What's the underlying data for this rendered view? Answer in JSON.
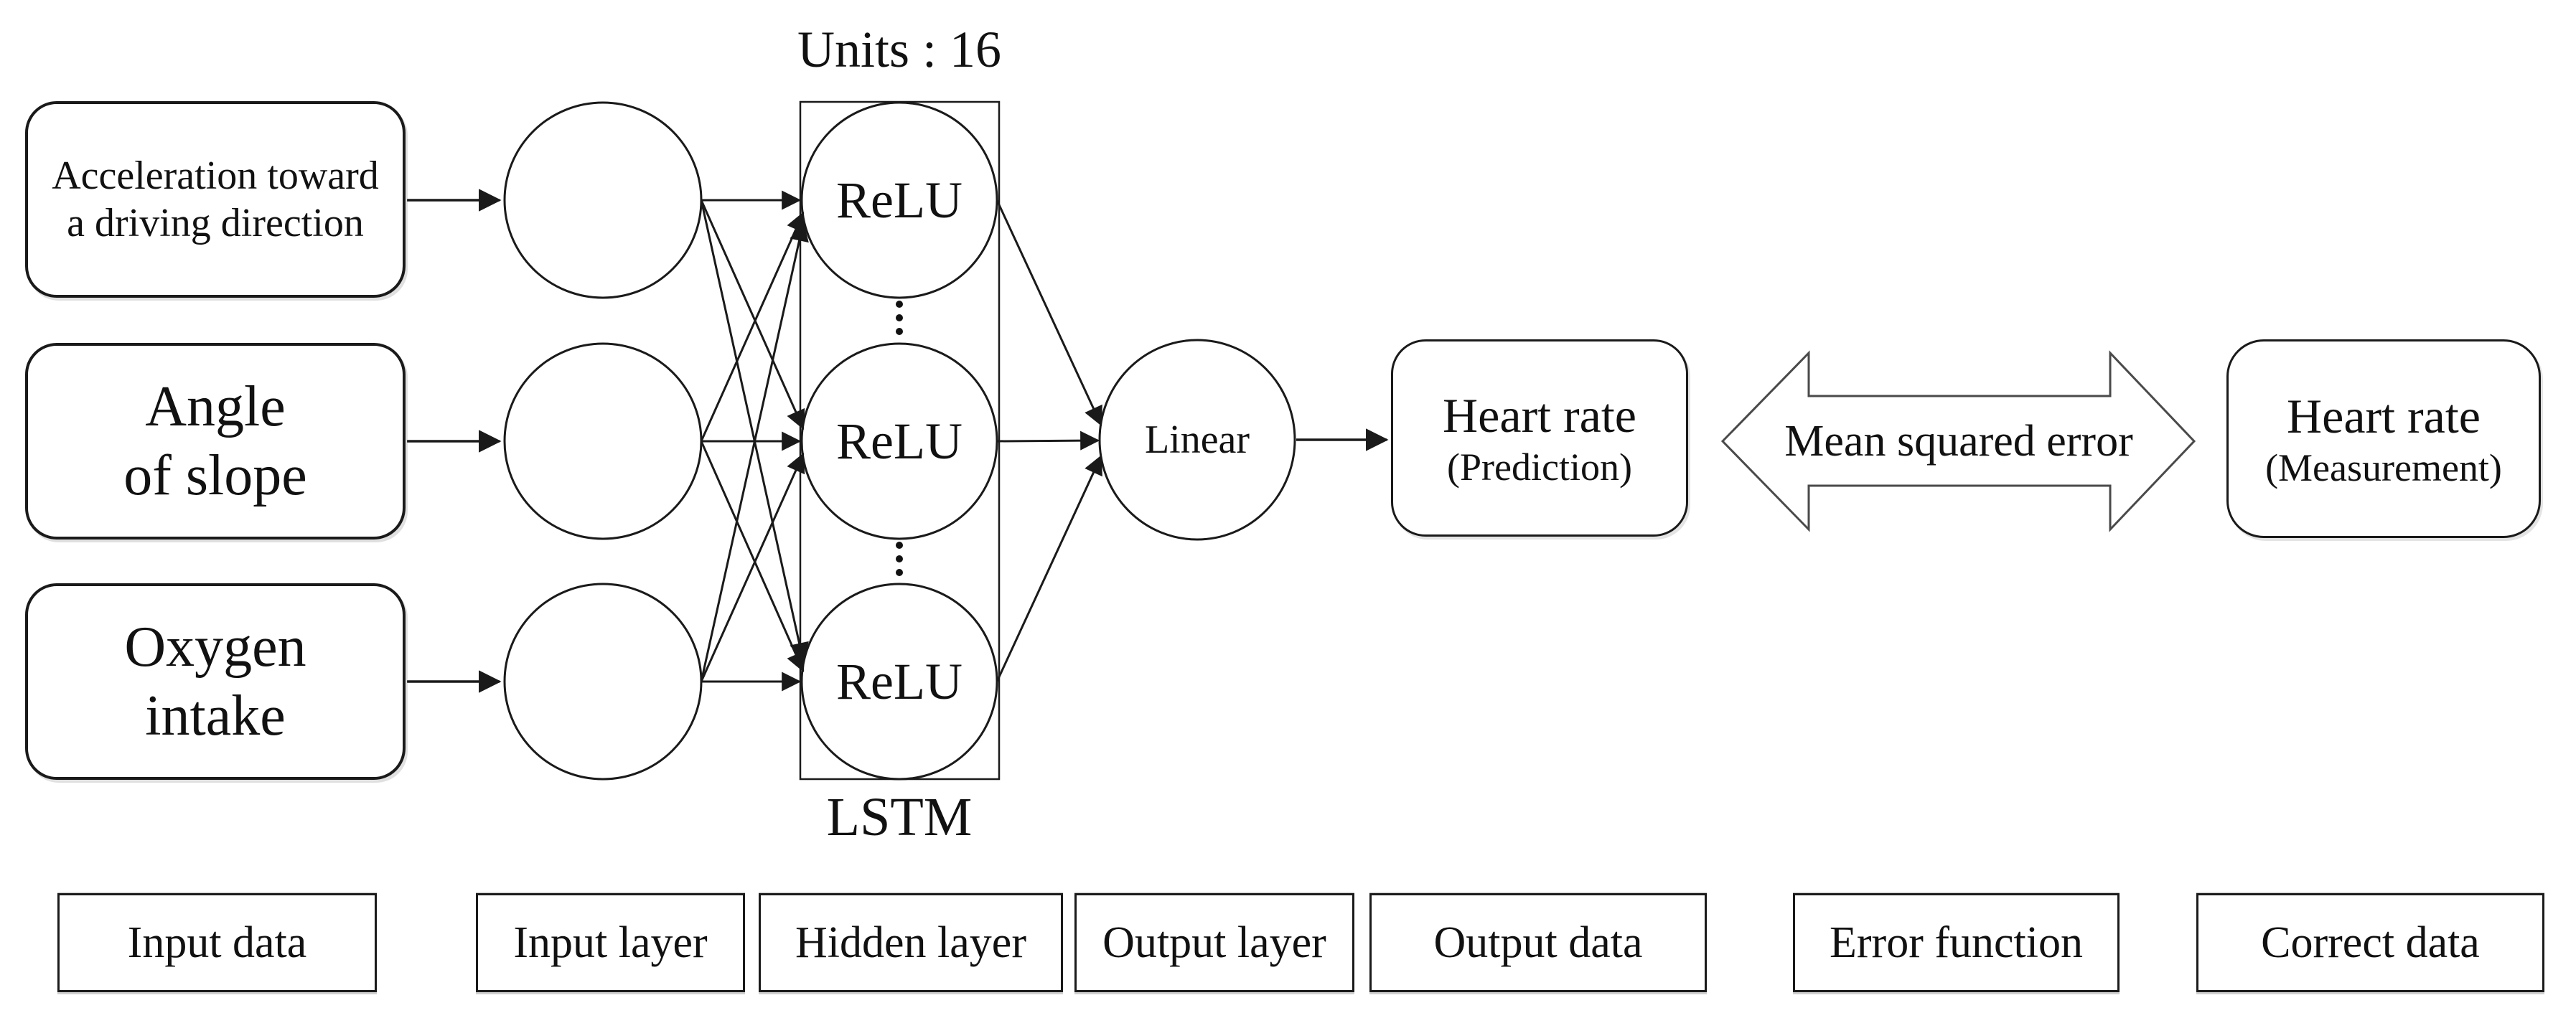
{
  "diagram": {
    "units_title": "Units : 16",
    "lstm_label": "LSTM",
    "input_boxes": [
      {
        "line1": "Acceleration toward",
        "line2": "a driving direction"
      },
      {
        "line1": "Angle",
        "line2": "of slope"
      },
      {
        "line1": "Oxygen",
        "line2": "intake"
      }
    ],
    "hidden_nodes": [
      "ReLU",
      "ReLU",
      "ReLU"
    ],
    "output_node": "Linear",
    "prediction_box": {
      "line1": "Heart rate",
      "line2": "(Prediction)"
    },
    "error_arrow_label": "Mean squared error",
    "measurement_box": {
      "line1": "Heart rate",
      "line2": "(Measurement)"
    },
    "legend": [
      "Input data",
      "Input layer",
      "Hidden layer",
      "Output layer",
      "Output data",
      "Error function",
      "Correct data"
    ]
  },
  "colors": {
    "stroke": "#1a1a1a",
    "background": "#ffffff",
    "text": "#111111"
  }
}
